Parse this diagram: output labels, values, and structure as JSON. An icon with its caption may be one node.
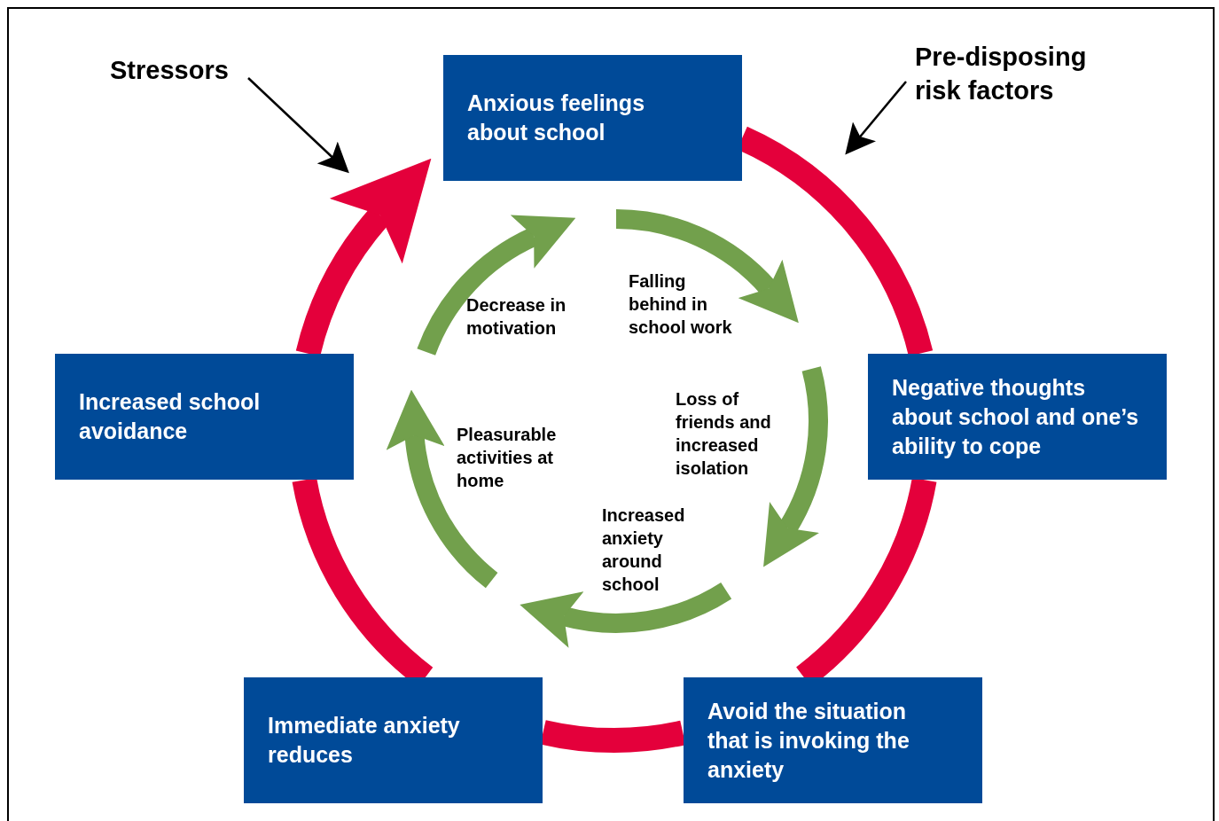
{
  "diagram": {
    "nodes": [
      {
        "text": [
          "Anxious feelings about school"
        ]
      },
      {
        "text": [
          "Negative thoughts about school and one’s ability to cope"
        ]
      },
      {
        "text": [
          "Avoid the situation that is invoking the anxiety"
        ]
      },
      {
        "text": [
          "Immediate anxiety reduces"
        ]
      },
      {
        "text": [
          "Increased school avoidance"
        ]
      },
      {
        "text": [
          "Stressors"
        ]
      },
      {
        "text": [
          "Pre-disposing risk factors"
        ]
      }
    ],
    "edges": [
      {
        "from": 0,
        "to": 1,
        "arrow": "none",
        "color": "#e4003b"
      },
      {
        "from": 1,
        "to": 2,
        "arrow": "none",
        "color": "#e4003b"
      },
      {
        "from": 2,
        "to": 3,
        "arrow": "none",
        "color": "#e4003b"
      },
      {
        "from": 3,
        "to": 4,
        "arrow": "none",
        "color": "#e4003b"
      },
      {
        "from": 4,
        "to": 0,
        "arrow": "to",
        "color": "#e4003b"
      },
      {
        "from": 5,
        "to": null,
        "arrow": "to",
        "color": "#000000"
      },
      {
        "from": 6,
        "to": null,
        "arrow": "to",
        "color": "#000000"
      }
    ],
    "labels": [
      "Decrease in motivation",
      "Falling behind in school work",
      "Loss of friends and increased isolation",
      "Pleasurable activities at home",
      "Increased anxiety around school"
    ]
  }
}
